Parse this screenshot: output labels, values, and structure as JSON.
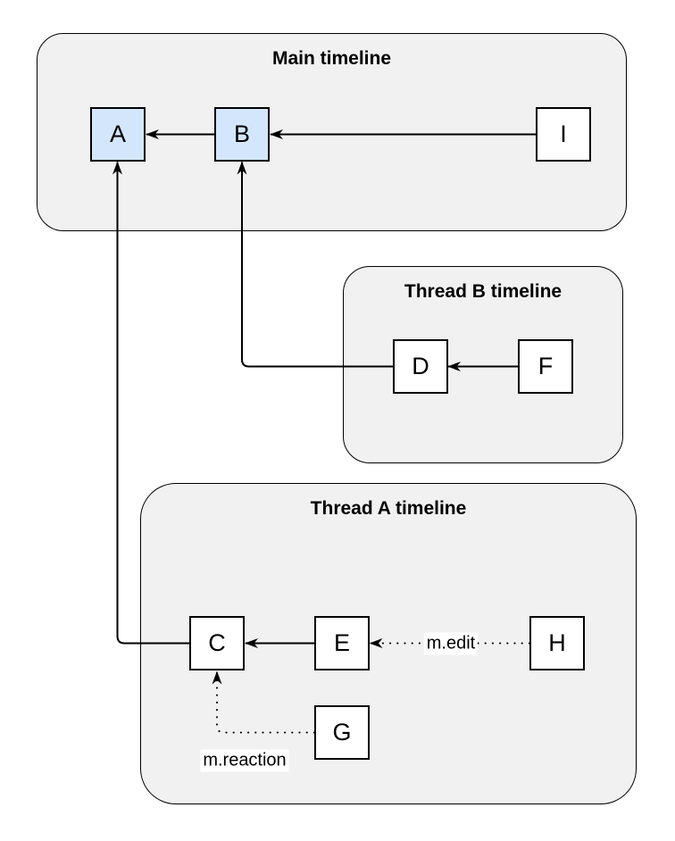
{
  "diagram_type": "event-timeline-dag",
  "colors": {
    "page_background": "#ffffff",
    "group_fill": "#f1f1f1",
    "group_stroke": "#000000",
    "node_fill": "#ffffff",
    "node_fill_highlight": "#d4e6fb",
    "node_stroke": "#000000",
    "edge_color": "#000000"
  },
  "groups": {
    "main": {
      "title": "Main timeline"
    },
    "threadB": {
      "title": "Thread B timeline"
    },
    "threadA": {
      "title": "Thread A timeline"
    }
  },
  "nodes": {
    "A": {
      "label": "A",
      "group": "main",
      "highlighted": true
    },
    "B": {
      "label": "B",
      "group": "main",
      "highlighted": true
    },
    "I": {
      "label": "I",
      "group": "main",
      "highlighted": false
    },
    "D": {
      "label": "D",
      "group": "threadB",
      "highlighted": false
    },
    "F": {
      "label": "F",
      "group": "threadB",
      "highlighted": false
    },
    "C": {
      "label": "C",
      "group": "threadA",
      "highlighted": false
    },
    "E": {
      "label": "E",
      "group": "threadA",
      "highlighted": false
    },
    "H": {
      "label": "H",
      "group": "threadA",
      "highlighted": false
    },
    "G": {
      "label": "G",
      "group": "threadA",
      "highlighted": false
    }
  },
  "edges": [
    {
      "from": "B",
      "to": "A",
      "style": "solid",
      "label": ""
    },
    {
      "from": "I",
      "to": "B",
      "style": "solid",
      "label": ""
    },
    {
      "from": "F",
      "to": "D",
      "style": "solid",
      "label": ""
    },
    {
      "from": "D",
      "to": "B",
      "style": "solid",
      "label": ""
    },
    {
      "from": "E",
      "to": "C",
      "style": "solid",
      "label": ""
    },
    {
      "from": "C",
      "to": "A",
      "style": "solid",
      "label": ""
    },
    {
      "from": "H",
      "to": "E",
      "style": "dotted",
      "label": "m.edit"
    },
    {
      "from": "G",
      "to": "C",
      "style": "dotted",
      "label": "m.reaction"
    }
  ],
  "edge_labels": {
    "edit": "m.edit",
    "reaction": "m.reaction"
  }
}
